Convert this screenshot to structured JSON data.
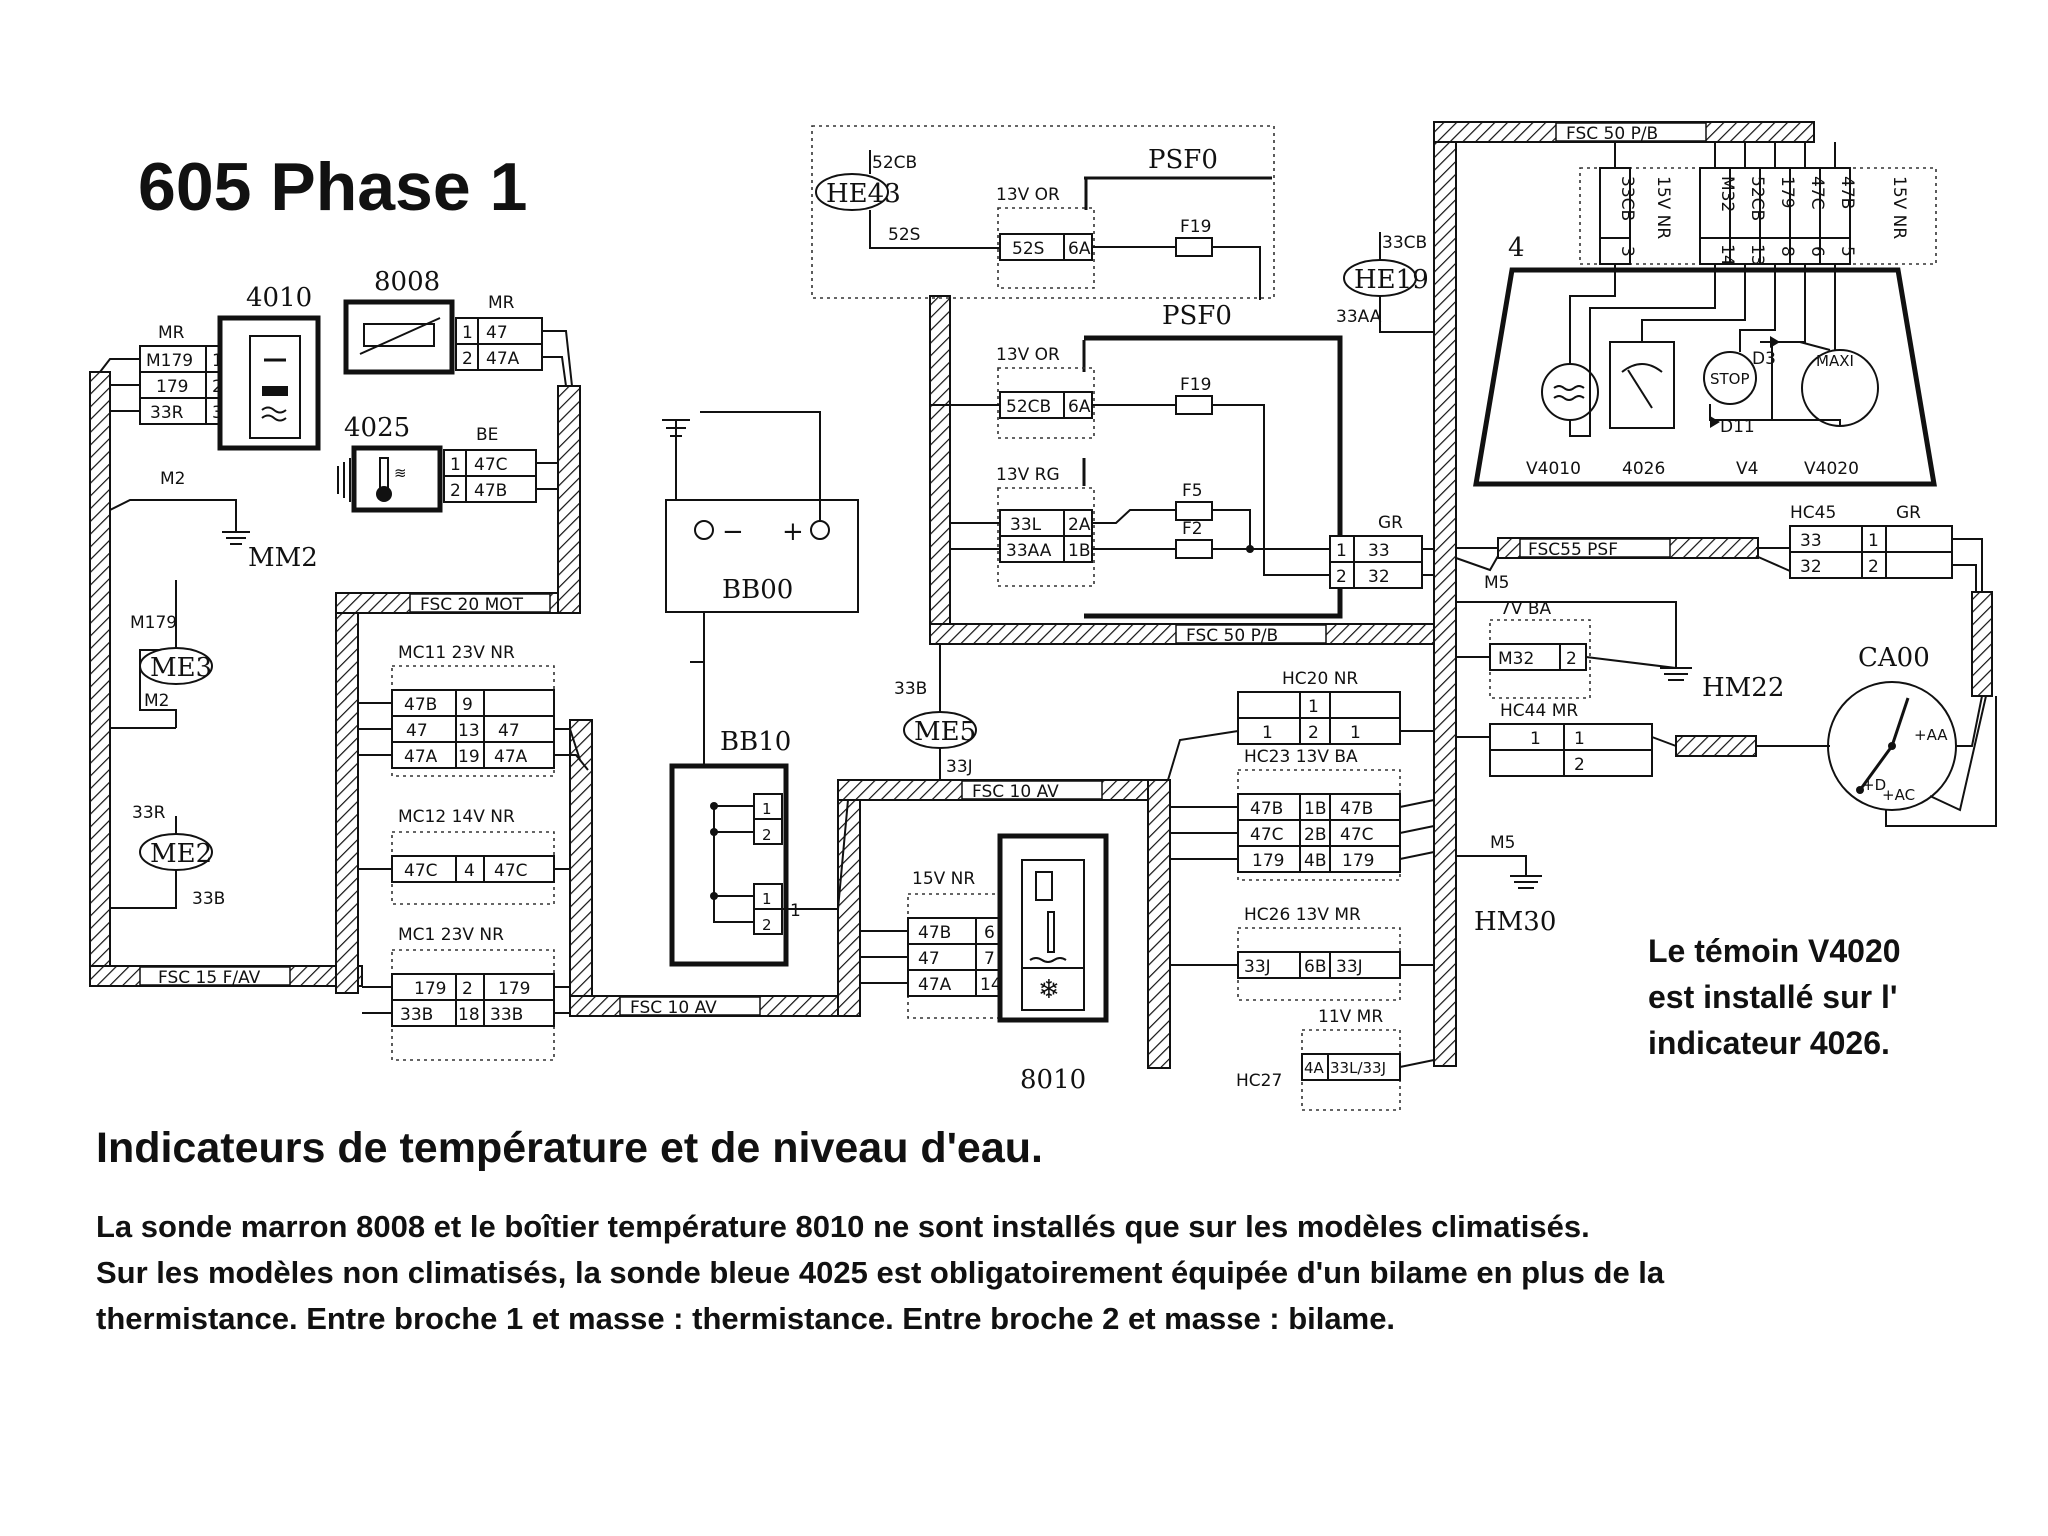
{
  "title": "605 Phase 1",
  "subtitle": "Indicateurs de température et de niveau d'eau.",
  "description_lines": [
    "La sonde marron 8008 et le boîtier température 8010 ne sont installés que sur les modèles climatisés.",
    "Sur les modèles non climatisés, la sonde bleue 4025 est obligatoirement  équipée d'un bilame en plus de la",
    "thermistance. Entre broche 1 et masse : thermistance. Entre broche 2 et masse : bilame."
  ],
  "note_lines": [
    "Le témoin V4020",
    "est installé sur l'",
    "indicateur 4026."
  ],
  "components": {
    "c4010": "4010",
    "c8008": "8008",
    "c4025": "4025",
    "bb00": "BB00",
    "bb10": "BB10",
    "c8010": "8010",
    "c4": "4",
    "ca00": "CA00",
    "psf0_top": "PSF0",
    "psf0": "PSF0"
  },
  "grounds": {
    "mm2": "MM2",
    "hm22": "HM22",
    "hm30": "HM30",
    "m2": "M2",
    "m5a": "M5",
    "m5b": "M5"
  },
  "splices": {
    "he43": "HE43",
    "he19": "HE19",
    "me3": "ME3",
    "me2": "ME2",
    "me5": "ME5"
  },
  "harnesses": {
    "fsc20": "FSC 20 MOT",
    "fsc15": "FSC 15 F/AV",
    "fsc10a": "FSC 10 AV",
    "fsc10b": "FSC 10 AV",
    "fsc50a": "FSC 50 P/B",
    "fsc50b": "FSC 50 P/B",
    "fsc55": "FSC55 PSF"
  },
  "connectors": {
    "mr_4010": {
      "label": "MR",
      "rows": [
        [
          "M179",
          "1"
        ],
        [
          "179",
          "2"
        ],
        [
          "33R",
          "3"
        ]
      ]
    },
    "mr_8008": {
      "label": "MR",
      "rows": [
        [
          "1",
          "47"
        ],
        [
          "2",
          "47A"
        ]
      ]
    },
    "be_4025": {
      "label": "BE",
      "rows": [
        [
          "1",
          "47C"
        ],
        [
          "2",
          "47B"
        ]
      ]
    },
    "mc11": {
      "label": "MC11   23V  NR",
      "rows": [
        [
          "47B",
          "9",
          ""
        ],
        [
          "47",
          "13",
          "47"
        ],
        [
          "47A",
          "19",
          "47A"
        ]
      ]
    },
    "mc12": {
      "label": "MC12  14V  NR",
      "rows": [
        [
          "47C",
          "4",
          "47C"
        ]
      ]
    },
    "mc1": {
      "label": "MC1     23V  NR",
      "rows": [
        [
          "179",
          "2",
          "179"
        ],
        [
          "33B",
          "18",
          "33B"
        ]
      ]
    },
    "c15v": {
      "label": "15V  NR",
      "rows": [
        [
          "47B",
          "6"
        ],
        [
          "47",
          "7"
        ],
        [
          "47A",
          "14"
        ]
      ]
    },
    "psf_top": {
      "label": "13V  OR",
      "rows": [
        [
          "52S",
          "6A"
        ]
      ]
    },
    "psf_or": {
      "label": "13V  OR",
      "rows": [
        [
          "52CB",
          "6A"
        ]
      ]
    },
    "psf_rg": {
      "label": "13V  RG",
      "rows": [
        [
          "33L",
          "2A"
        ],
        [
          "33AA",
          "1B"
        ]
      ]
    },
    "gr_psf": {
      "label": "GR",
      "rows": [
        [
          "1",
          "33"
        ],
        [
          "2",
          "32"
        ]
      ]
    },
    "hc20": {
      "label": "HC20    NR",
      "rows": [
        [
          "",
          "1",
          ""
        ],
        [
          "1",
          "2",
          "1"
        ]
      ]
    },
    "hc23": {
      "label": "HC23    13V  BA",
      "rows": [
        [
          "47B",
          "1B",
          "47B"
        ],
        [
          "47C",
          "2B",
          "47C"
        ],
        [
          "179",
          "4B",
          "179"
        ]
      ]
    },
    "hc26": {
      "label": "HC26     13V  MR",
      "rows": [
        [
          "33J",
          "6B",
          "33J"
        ]
      ]
    },
    "hc27": {
      "label": "HC27",
      "sub": "11V  MR",
      "rows": [
        [
          "4A",
          "33L/33J"
        ]
      ]
    },
    "hc45": {
      "label": "HC45",
      "sub": "GR",
      "rows": [
        [
          "33",
          "1"
        ],
        [
          "32",
          "2"
        ]
      ]
    },
    "c7vba": {
      "label": "7V  BA",
      "rows": [
        [
          "M32",
          "2"
        ]
      ]
    },
    "hc44": {
      "label": "HC44   MR",
      "rows": [
        [
          "1",
          "1"
        ],
        [
          "",
          "2"
        ]
      ]
    },
    "c4_top": {
      "label": "FSC  50  P/B",
      "left": [
        "33CB",
        "3"
      ],
      "left2": "15V  NR",
      "cols": [
        [
          "M32",
          "14"
        ],
        [
          "52CB",
          "13"
        ],
        [
          "179",
          "8"
        ],
        [
          "47C",
          "6"
        ],
        [
          "47B",
          "5"
        ]
      ],
      "right": "15V  NR"
    }
  },
  "wire_labels": {
    "he43_a": "52CB",
    "he43_b": "52S",
    "he19_a": "33CB",
    "he19_b": "33AA",
    "me3_a": "M179",
    "me3_b": "M2",
    "me2_a": "33R",
    "me2_b": "33B",
    "me5_a": "33B",
    "me5_b": "33J",
    "bb10_out": "1"
  },
  "fuses": {
    "f19a": "F19",
    "f19b": "F19",
    "f5": "F5",
    "f2": "F2"
  },
  "cluster_labels": {
    "v4010": "V4010",
    "i4026": "4026",
    "v4": "V4",
    "v4020": "V4020",
    "stop": "STOP",
    "maxi": "MAXI",
    "d3": "D3",
    "d11": "D11"
  },
  "ca00_labels": {
    "aa": "+AA",
    "d": "+D",
    "ac": "+AC"
  },
  "bb00_labels": {
    "minus": "−",
    "plus": "+"
  }
}
